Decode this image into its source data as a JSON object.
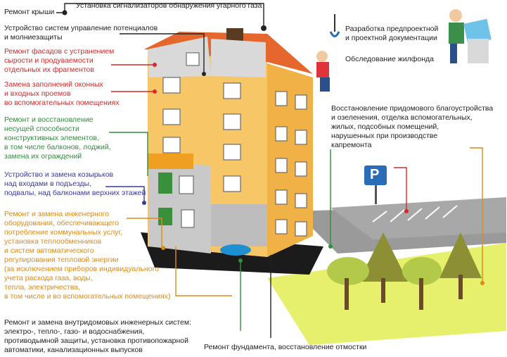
{
  "labels": {
    "roof_repair": "Ремонт крыши",
    "co_alarm": "Установка сигнализаторов обнаружения угарного газа",
    "potential_control": "Устройство систем управление потенциалов\nи молниезащиты",
    "facade": "Ремонт фасадов с устранением\nсырости и продуваемости\nотдельных их фрагментов",
    "windows": "Замена заполнений оконных\nи входных проемов\nво вспомогательных помещениях",
    "structures": "Ремонт и восстановление\nнесущей способности\nконструктивных элементов,\nв том числе балконов, лоджий,\nзамена их ограждений",
    "canopies": "Устройство и замена козырьков\nнад входами в подъезды,\nподвалы, над балконами верхних этажей",
    "engineering": "Ремонт и замена инженерного\nоборудования, обеспечивающего\nпотребление коммунальных услуг,\nустановка теплообменников\nи систем автоматического\nрегулирования тепловой энергии\n(за исключением приборов индивидуального\nучета расхода газа, воды,\nтепла, электричества,\nв том числе и во вспомогательных помещениях)",
    "internal_systems": "Ремонт и замена внутридомовых инженерных систем:\nэлектро-, тепло-, газо- и водоснабжения,\nпротиводымной защиты, установка противопожарной\nавтоматики, канализационных выпусков",
    "foundation": "Ремонт фундамента, восстановление отмостки",
    "project_docs": "Разработка предпроектной\nи проектной документации",
    "survey": "Обследование жилфонда",
    "yard": "Восстановление придомового благоустройства\nи озеленения, отделка вспомогательных,\nжилых, подсобных помещений,\nнарушенных при производстве\nкапремонта",
    "parking": "P"
  },
  "colors": {
    "red": "#d42a2a",
    "green": "#2f8f3c",
    "blue": "#3a3a9c",
    "orange": "#e08a14",
    "dark": "#222222",
    "wall": "#f6c667",
    "roof": "#e5672d",
    "lawn": "#e6f06c"
  }
}
